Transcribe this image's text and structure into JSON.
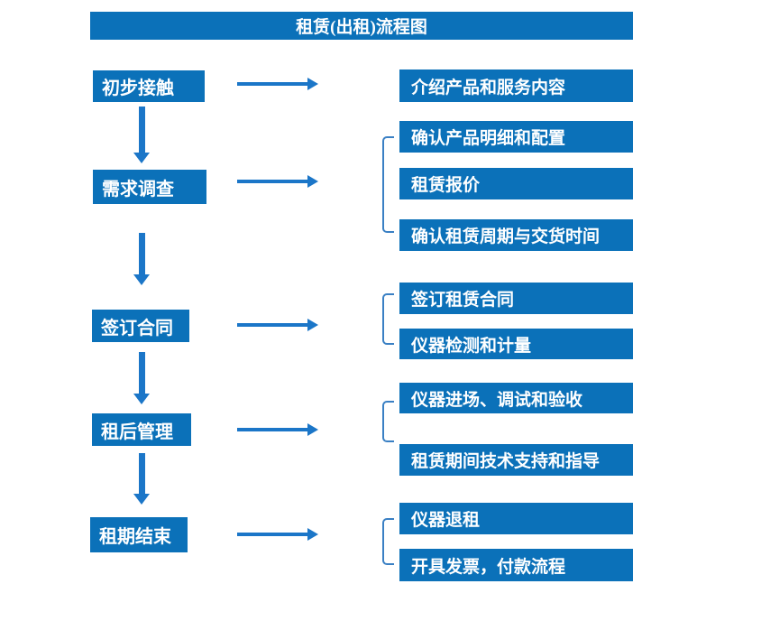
{
  "title": "租赁(出租)流程图",
  "colors": {
    "box_fill": "#0b71b9",
    "arrow": "#1b76c8",
    "bracket": "#3a80c4",
    "text": "#ffffff",
    "background": "#ffffff"
  },
  "flow": {
    "steps": [
      {
        "label": "初步接触",
        "details": [
          "介绍产品和服务内容"
        ]
      },
      {
        "label": "需求调查",
        "details": [
          "确认产品明细和配置",
          "租赁报价",
          "确认租赁周期与交货时间"
        ]
      },
      {
        "label": "签订合同",
        "details": [
          "签订租赁合同",
          "仪器检测和计量"
        ]
      },
      {
        "label": "租后管理",
        "details": [
          "仪器进场、调试和验收",
          "租赁期间技术支持和指导"
        ]
      },
      {
        "label": "租期结束",
        "details": [
          "仪器退租",
          "开具发票，付款流程"
        ]
      }
    ]
  }
}
